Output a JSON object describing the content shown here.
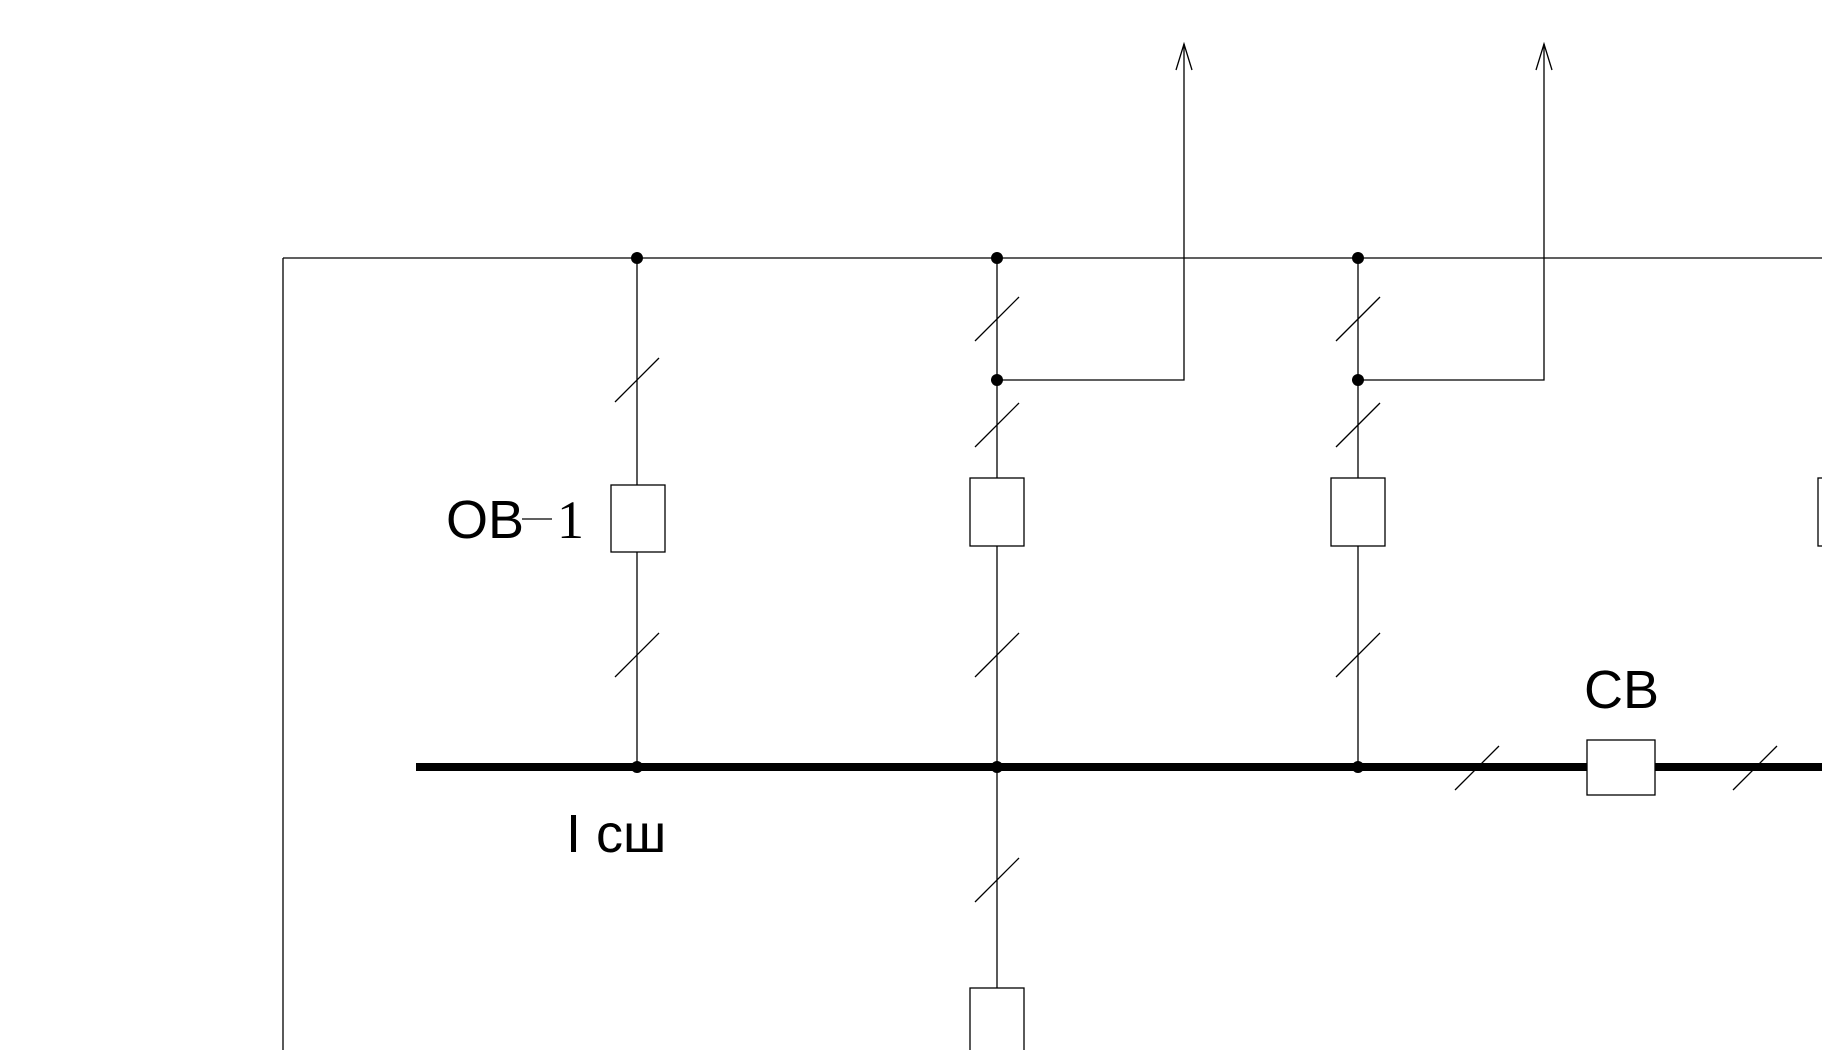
{
  "diagram": {
    "labels": {
      "ov_prefix": "ОВ",
      "ov_suffix": "1",
      "cb": "СВ",
      "bus": "I сш"
    },
    "colors": {
      "line": "#000000",
      "background": "#ffffff"
    }
  }
}
